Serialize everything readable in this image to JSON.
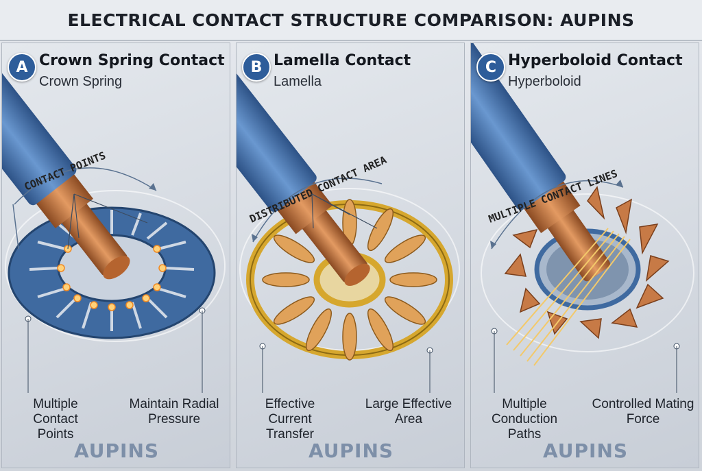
{
  "title": "ELECTRICAL CONTACT STRUCTURE COMPARISON: AUPINS",
  "panels": [
    {
      "letter": "A",
      "title": "Crown Spring Contact",
      "subtitle": "Crown Spring",
      "annotation": "CONTACT POINTS",
      "label_left": "Multiple Contact Points",
      "label_right": "Maintain Radial Pressure",
      "brand": "AUPINS",
      "ring_color": "#3f6aa0"
    },
    {
      "letter": "B",
      "title": "Lamella Contact",
      "subtitle": "Lamella",
      "annotation": "DISTRIBUTED CONTACT AREA",
      "label_left": "Effective Current Transfer",
      "label_right": "Large Effective Area",
      "brand": "AUPINS",
      "ring_color": "#d6a72e"
    },
    {
      "letter": "C",
      "title": "Hyperboloid Contact",
      "subtitle": "Hyperboloid",
      "annotation": "MULTIPLE CONTACT LINES",
      "label_left": "Multiple Conduction Paths",
      "label_right": "Controlled Mating Force",
      "brand": "AUPINS",
      "ring_color": "#c77a46"
    }
  ],
  "colors": {
    "accent_badge": "#2e5d9a",
    "copper": "#c9773f",
    "cable_blue": "#4a79b5",
    "brand_text": "#7d8fa8"
  }
}
